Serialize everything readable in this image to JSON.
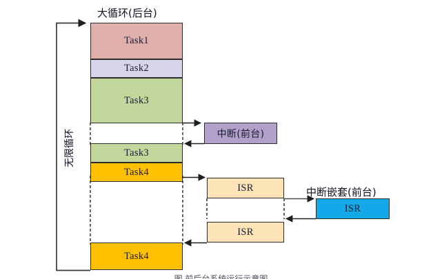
{
  "figure": {
    "title_main": "大循环(后台)",
    "title_interrupt": "中断(前台)",
    "title_nested": "中断嵌套(前台)",
    "loop_label": "无限循环",
    "caption": "图 前后台系统运行示意图"
  },
  "colors": {
    "task1_fill": "#dfb0ab",
    "task2_fill": "#d9d4e7",
    "task3_fill": "#c3d69b",
    "task4_fill": "#ffc000",
    "interrupt_fill": "#b1a0c7",
    "isr_fill": "#fce4b6",
    "isr_nested_fill": "#13a9e8",
    "stroke": "#2b2b2b",
    "background": "#ffffff"
  },
  "main_loop": {
    "blocks": [
      {
        "label": "Task1",
        "fill_key": "task1_fill"
      },
      {
        "label": "Task2",
        "fill_key": "task2_fill"
      },
      {
        "label": "Task3",
        "fill_key": "task3_fill"
      },
      {
        "label": "Task3",
        "fill_key": "task3_fill"
      },
      {
        "label": "Task4",
        "fill_key": "task4_fill"
      },
      {
        "label": "Task4",
        "fill_key": "task4_fill"
      }
    ]
  },
  "foreground": {
    "interrupt_block": {
      "label": "中断(前台)"
    },
    "isr_blocks": [
      {
        "label": "ISR"
      },
      {
        "label": "ISR"
      }
    ],
    "nested_isr_block": {
      "label": "ISR"
    }
  }
}
